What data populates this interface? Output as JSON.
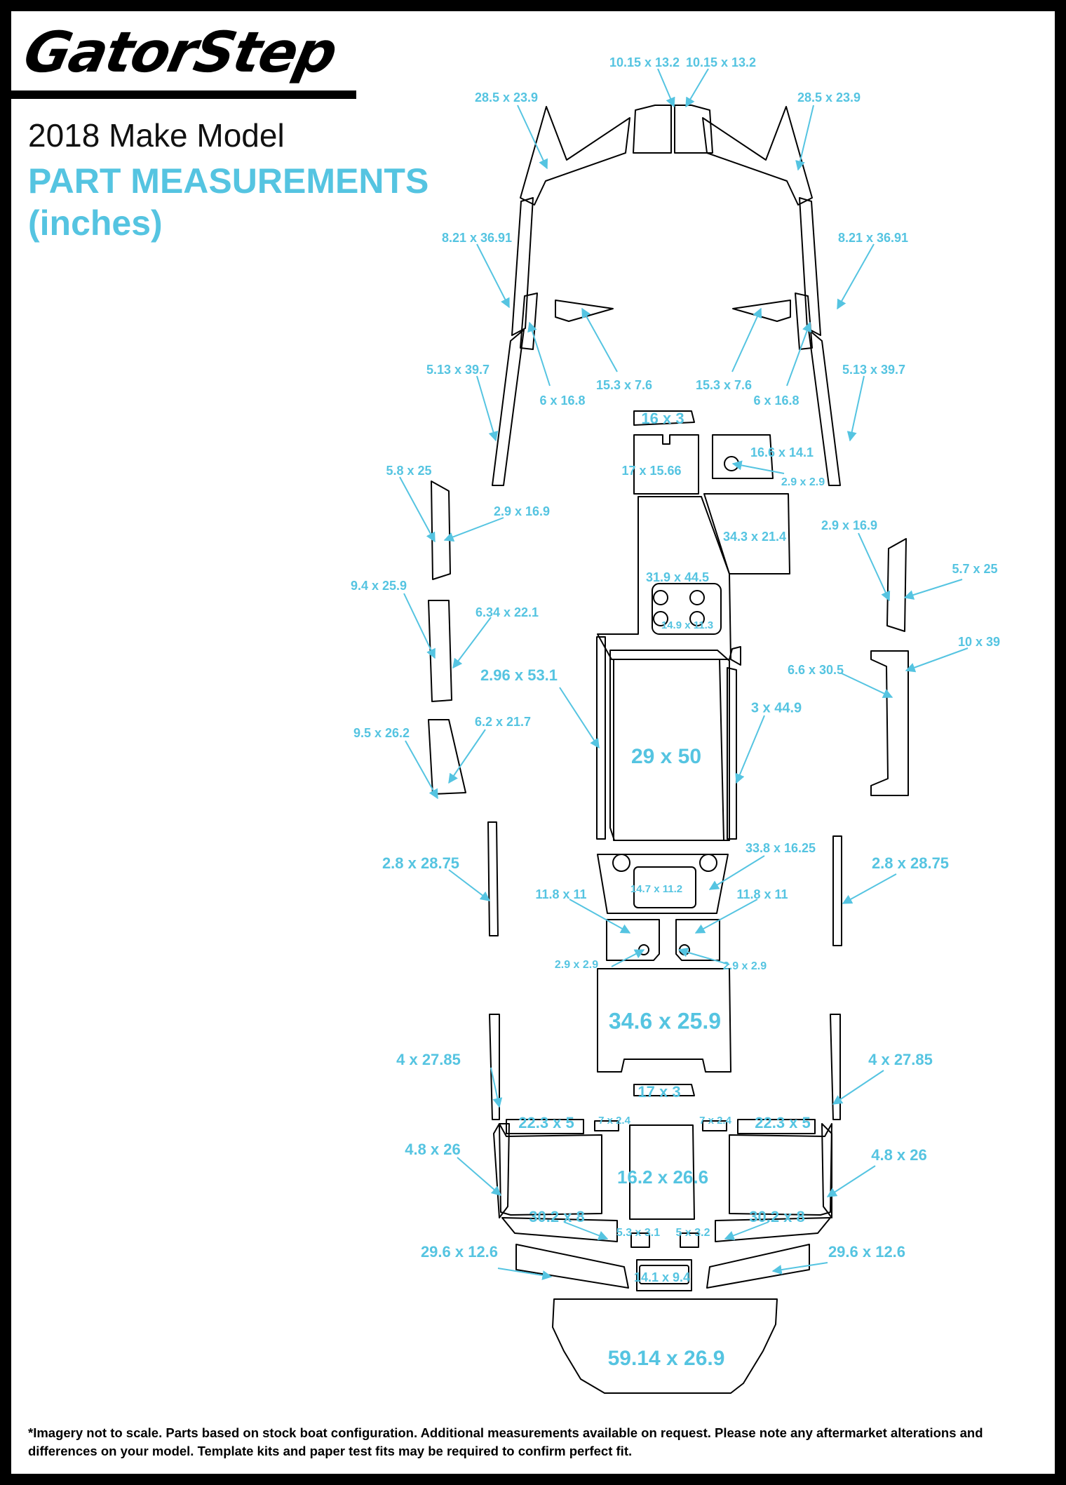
{
  "brand": {
    "logo_text": "GatorStep"
  },
  "header": {
    "model": "2018 Make Model",
    "heading": "PART MEASUREMENTS",
    "units": "(inches)"
  },
  "colors": {
    "accent": "#55c4e1",
    "outline": "#000000",
    "background": "#ffffff"
  },
  "parts": [
    "10.15 x 13.2",
    "10.15 x 13.2",
    "28.5 x 23.9",
    "28.5 x 23.9",
    "8.21 x 36.91",
    "8.21 x 36.91",
    "5.13 x 39.7",
    "5.13 x 39.7",
    "6 x 16.8",
    "6 x 16.8",
    "15.3 x 7.6",
    "15.3 x 7.6",
    "16 x 3",
    "17 x 15.66",
    "16.6 x 14.1",
    "2.9 x 2.9",
    "5.8 x 25",
    "2.9 x 16.9",
    "34.3 x 21.4",
    "2.9 x 16.9",
    "5.7 x 25",
    "31.9 x 44.5",
    "14.9 x 11.3",
    "9.4 x 25.9",
    "6.34 x 22.1",
    "10 x 39",
    "6.6 x 30.5",
    "2.96 x 53.1",
    "3 x 44.9",
    "29 x 50",
    "9.5 x 26.2",
    "6.2 x 21.7",
    "2.8 x 28.75",
    "2.8 x 28.75",
    "33.8 x 16.25",
    "14.7 x 11.2",
    "11.8 x 11",
    "11.8 x 11",
    "2.9 x 2.9",
    "2.9 x 2.9",
    "34.6 x 25.9",
    "4 x 27.85",
    "4 x 27.85",
    "17 x 3",
    "22.3 x 5",
    "7 x 2.4",
    "7 x 2.4",
    "22.3 x 5",
    "4.8 x 26",
    "16.2 x 26.6",
    "4.8 x 26",
    "30.2 x 8",
    "5.3 x 3.1",
    "5 x 3.2",
    "30.2 x 8",
    "29.6 x 12.6",
    "29.6 x 12.6",
    "14.1 x 9.4",
    "59.14 x 26.9"
  ],
  "footer": {
    "disclaimer": "*Imagery not to scale. Parts based on stock boat configuration. Additional measurements available on request. Please note any aftermarket alterations and differences on your model. Template kits and paper test fits may be required to confirm perfect fit."
  }
}
